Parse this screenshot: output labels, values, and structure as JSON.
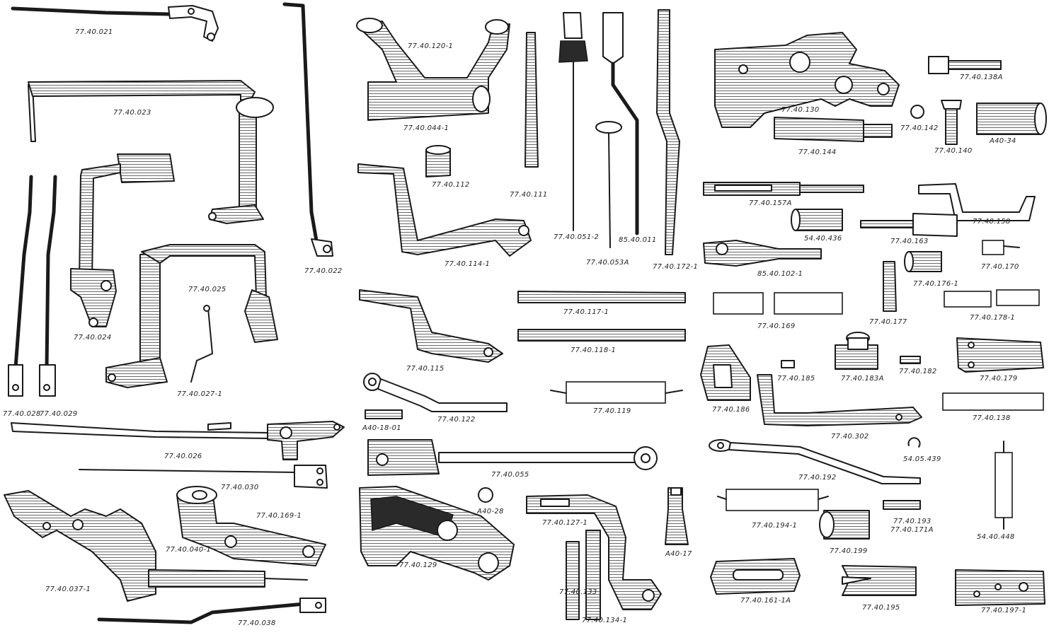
{
  "labels": [
    "77.40.021",
    "77.40.023",
    "77.40.022",
    "77.40.024",
    "77.40.025",
    "77.40.027-1",
    "77.40.028",
    "77.40.029",
    "77.40.026",
    "77.40.030",
    "77.40.169-1",
    "77.40.040-1",
    "77.40.037-1",
    "77.40.038",
    "77.40.120-1",
    "77.40.044-1",
    "77.40.112",
    "77.40.111",
    "77.40.114-1",
    "77.40.051-2",
    "85.40.011",
    "77.40.053A",
    "77.40.172-1",
    "77.40.115",
    "77.40.117-1",
    "77.40.118-1",
    "77.40.122",
    "A40-18-01",
    "77.40.119",
    "77.40.055",
    "A40-28",
    "77.40.129",
    "77.40.127-1",
    "77.40.133",
    "77.40.134-1",
    "A40-17",
    "77.40.130",
    "77.40.144",
    "77.40.138A",
    "77.40.142",
    "77.40.140",
    "A40-34",
    "77.40.157A",
    "54.40.436",
    "85.40.102-1",
    "77.40.158",
    "77.40.163",
    "77.40.170",
    "77.40.169",
    "77.40.177",
    "77.40.176-1",
    "77.40.178-1",
    "77.40.186",
    "77.40.185",
    "77.40.183A",
    "77.40.182",
    "77.40.179",
    "77.40.302",
    "77.40.138",
    "54.05.439",
    "77.40.192",
    "77.40.194-1",
    "77.40.199",
    "77.40.193",
    "77.40.171A",
    "54.40.448",
    "77.40.161-1A",
    "77.40.195",
    "77.40.197-1"
  ]
}
